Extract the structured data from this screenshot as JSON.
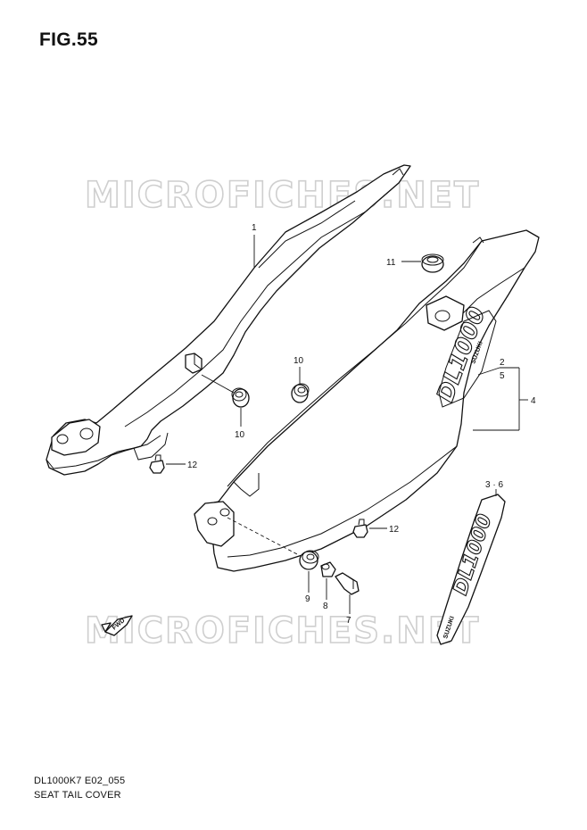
{
  "figure": {
    "title": "FIG.55",
    "code": "DL1000K7 E02_055",
    "caption": "SEAT TAIL COVER"
  },
  "watermark": {
    "text": "MICROFICHES.NET",
    "color": "#cfcfcf"
  },
  "callouts": {
    "c1": "1",
    "c2": "2",
    "c5": "5",
    "c4": "4",
    "c36": "3 · 6",
    "c7": "7",
    "c8": "8",
    "c9": "9",
    "c10a": "10",
    "c10b": "10",
    "c11": "11",
    "c12a": "12",
    "c12b": "12"
  },
  "decals": {
    "model_logo": "DL1000",
    "brand_logo": "SUZUKI",
    "fwd_label": "FWD"
  }
}
